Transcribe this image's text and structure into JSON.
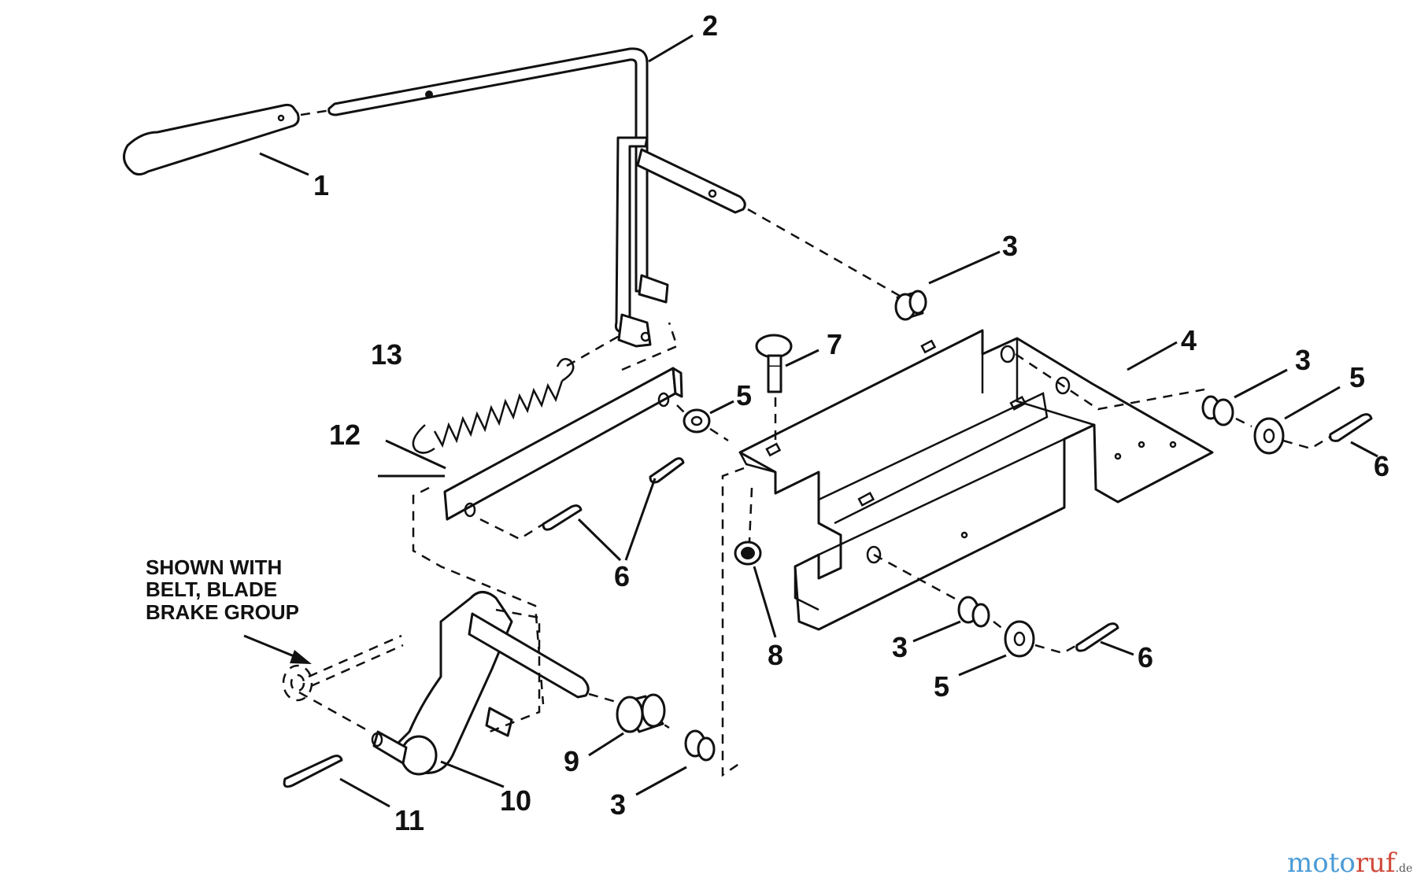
{
  "diagram": {
    "callouts": {
      "c1": "1",
      "c2": "2",
      "c3a": "3",
      "c3b": "3",
      "c3c": "3",
      "c3d": "3",
      "c4": "4",
      "c5a": "5",
      "c5b": "5",
      "c5c": "5",
      "c6a": "6",
      "c6b": "6",
      "c6c": "6",
      "c7": "7",
      "c8": "8",
      "c9": "9",
      "c10": "10",
      "c11": "11",
      "c12": "12",
      "c13": "13"
    },
    "note": {
      "line1": "SHOWN WITH",
      "line2": "BELT, BLADE",
      "line3": "BRAKE GROUP"
    },
    "watermark": {
      "part1": "moto",
      "part2": "ruf",
      "part3": ".de"
    }
  }
}
